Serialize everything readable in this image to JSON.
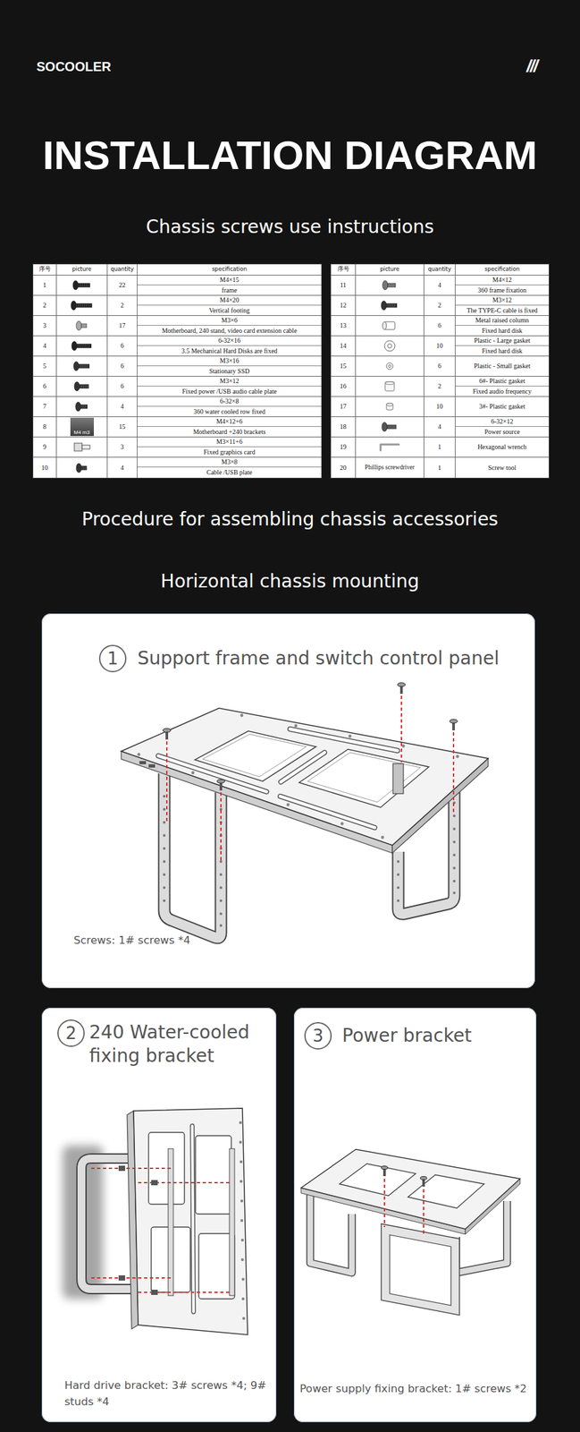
{
  "diagram": {
    "title": "INSTALLATION DIAGRAM",
    "nodes": [
      {
        "text": [
          "1",
          "Support frame and switch control panel",
          "Screws: 1# screws *4"
        ]
      },
      {
        "text": [
          "2",
          "240 Water-cooled fixing bracket",
          "Hard drive bracket: 3# screws *4; 9# studs *4"
        ]
      },
      {
        "text": [
          "3",
          "Power bracket",
          "Power supply fixing bracket: 1# screws *2"
        ]
      }
    ],
    "labels": [
      "SOCOOLER",
      "///",
      "Chassis screws use instructions",
      "序号",
      "picture",
      "quantity",
      "specification",
      "1",
      "22",
      "M4×15",
      "frame",
      "2",
      "2",
      "M4×20",
      "Vertical footing",
      "3",
      "17",
      "M3×6",
      "Motherboard, 240 stand, video card extension cable",
      "4",
      "6",
      "6-32×16",
      "3.5 Mechanical Hard Disks are fixed",
      "5",
      "6",
      "M3×16",
      "Stationary SSD",
      "6",
      "6",
      "M3×12",
      "Fixed power /USB audio cable plate",
      "7",
      "4",
      "6-32×8",
      "360 water cooled row fixed",
      "8",
      "M4 m3",
      "15",
      "M4×12+6",
      "Motherboard +240 brackets",
      "9",
      "3",
      "M3×11+6",
      "Fixed graphics card",
      "10",
      "4",
      "M3×8",
      "Cable /USB plate",
      "序号",
      "picture",
      "quantity",
      "specification",
      "11",
      "4",
      "M4×12",
      "360 frame fixation",
      "12",
      "2",
      "M3×12",
      "The TYPE-C cable is fixed",
      "13",
      "6",
      "Metal raised column",
      "Fixed hard disk",
      "14",
      "10",
      "Plastic - Large gasket",
      "Fixed hard disk",
      "15",
      "6",
      "Plastic - Small gasket",
      "16",
      "2",
      "6#- Plastic gasket",
      "Fixed audio frequency",
      "17",
      "10",
      "3#- Plastic gasket",
      "18",
      "4",
      "6-32×12",
      "Power source",
      "19",
      "1",
      "Hexagonal wrench",
      "20",
      "Phillips screwdriver",
      "1",
      "Screw tool",
      "Procedure for assembling chassis accessories",
      "Horizontal chassis mounting"
    ]
  }
}
